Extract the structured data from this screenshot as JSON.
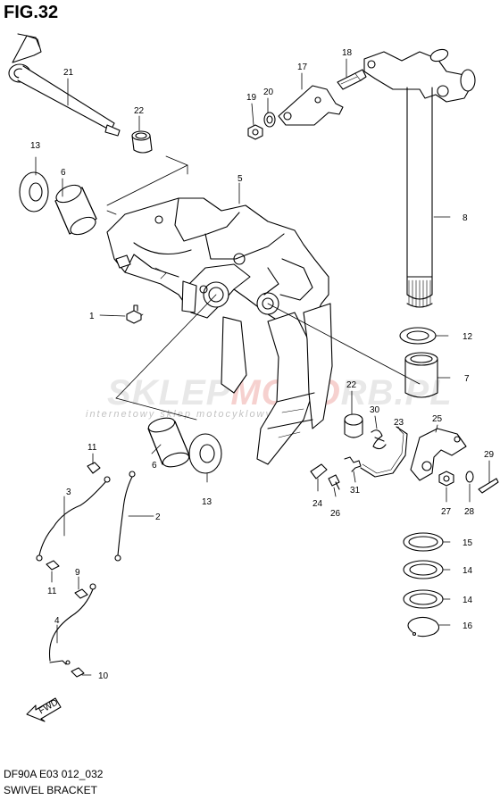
{
  "figure": {
    "title": "FIG.32",
    "model_code": "DF90A E03 012_032",
    "name": "SWIVEL BRACKET"
  },
  "watermark": {
    "brand_a": "SKLEP",
    "brand_b": "MOTO",
    "brand_c": "RB.PL",
    "tagline": "internetowy sklep motocyklowy"
  },
  "fwd_label": "FWD",
  "callouts": [
    {
      "id": "c1",
      "label": "1"
    },
    {
      "id": "c2",
      "label": "2"
    },
    {
      "id": "c3",
      "label": "3"
    },
    {
      "id": "c4",
      "label": "4"
    },
    {
      "id": "c5",
      "label": "5"
    },
    {
      "id": "c6a",
      "label": "6"
    },
    {
      "id": "c6b",
      "label": "6"
    },
    {
      "id": "c7",
      "label": "7"
    },
    {
      "id": "c8",
      "label": "8"
    },
    {
      "id": "c9",
      "label": "9"
    },
    {
      "id": "c10",
      "label": "10"
    },
    {
      "id": "c11a",
      "label": "11"
    },
    {
      "id": "c11b",
      "label": "11"
    },
    {
      "id": "c12",
      "label": "12"
    },
    {
      "id": "c13a",
      "label": "13"
    },
    {
      "id": "c13b",
      "label": "13"
    },
    {
      "id": "c14a",
      "label": "14"
    },
    {
      "id": "c14b",
      "label": "14"
    },
    {
      "id": "c15",
      "label": "15"
    },
    {
      "id": "c16",
      "label": "16"
    },
    {
      "id": "c17",
      "label": "17"
    },
    {
      "id": "c18",
      "label": "18"
    },
    {
      "id": "c19",
      "label": "19"
    },
    {
      "id": "c20",
      "label": "20"
    },
    {
      "id": "c21",
      "label": "21"
    },
    {
      "id": "c22a",
      "label": "22"
    },
    {
      "id": "c22b",
      "label": "22"
    },
    {
      "id": "c23",
      "label": "23"
    },
    {
      "id": "c24",
      "label": "24"
    },
    {
      "id": "c25",
      "label": "25"
    },
    {
      "id": "c26",
      "label": "26"
    },
    {
      "id": "c27",
      "label": "27"
    },
    {
      "id": "c28",
      "label": "28"
    },
    {
      "id": "c29",
      "label": "29"
    },
    {
      "id": "c30",
      "label": "30"
    },
    {
      "id": "c31",
      "label": "31"
    }
  ]
}
